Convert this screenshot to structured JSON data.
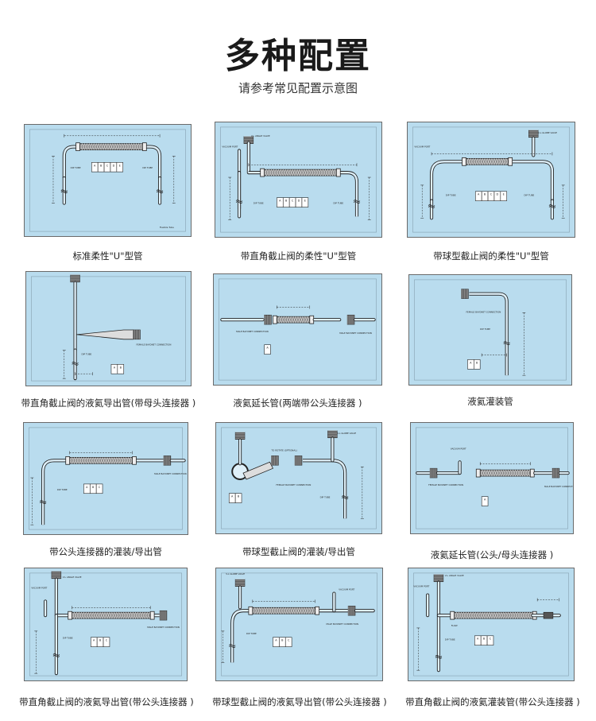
{
  "header": {
    "title": "多种配置",
    "subtitle": "请参考常见配置示意图"
  },
  "colors": {
    "panel_bg": "#b9dcee",
    "line": "#222222",
    "mesh": "#555555"
  },
  "diagrams": [
    {
      "caption": "标准柔性\"U\"型管",
      "kind": "u-standard",
      "labels": {
        "dip1": "DIP TUBE",
        "dip2": "DIP TUBE",
        "boxes": [
          "A",
          "B",
          "C",
          "D",
          "E"
        ],
        "footer": "Flexible Tube"
      }
    },
    {
      "caption": "带直角截止阀的柔性\"U\"型管",
      "kind": "u-angle-valve",
      "labels": {
        "valve": "V-L ANGLE VALVE",
        "port": "VACUUM PORT",
        "dip1": "DIP TUBE",
        "dip2": "DIP TUBE",
        "boxes": [
          "A",
          "B",
          "C",
          "D",
          "E"
        ]
      }
    },
    {
      "caption": "带球型截止阀的柔性\"U\"型管",
      "kind": "u-globe-valve",
      "labels": {
        "valve": "V-L GLOBE VALVE",
        "port": "VACUUM PORT",
        "dip1": "DIP TUBE",
        "dip2": "DIP TUBE",
        "boxes": [
          "A",
          "B",
          "C",
          "D",
          "E"
        ]
      }
    },
    {
      "caption": "带直角截止阀的液氦导出管(带母头连接器 )",
      "kind": "withdrawal-female",
      "labels": {
        "conn": "FEMALE BAYONET CONNECTION",
        "dip1": "DIP TUBE",
        "boxes": [
          "A",
          "B"
        ]
      }
    },
    {
      "caption": "液氦延长管(两端带公头连接器 )",
      "kind": "extension-male",
      "labels": {
        "conn1": "MALE BAYONET CONNECTION",
        "conn2": "MALE BAYONET CONNECTION",
        "boxes": [
          "A"
        ]
      }
    },
    {
      "caption": "液氦灌装管",
      "kind": "fill",
      "labels": {
        "conn": "FEMALE BAYONET CONNECTION",
        "dip1": "DIP TUBE",
        "boxes": [
          "A",
          "B"
        ]
      }
    },
    {
      "caption": "带公头连接器的灌装/导出管",
      "kind": "transfer-male",
      "labels": {
        "conn": "MALE BAYONET CONNECTION",
        "dip1": "DIP TUBE",
        "boxes": [
          "A",
          "B",
          "C"
        ]
      }
    },
    {
      "caption": "带球型截止阀的灌装/导出管",
      "kind": "transfer-globe",
      "labels": {
        "valve": "V-L GLOBE VALVE",
        "conn": "FEMALE BAYONET CONNECTION",
        "rot": "TO ROTATE (OPTIONAL)",
        "dip1": "DIP TUBE",
        "boxes": [
          "A",
          "B"
        ]
      }
    },
    {
      "caption": "液氦延长管(公头/母头连接器 )",
      "kind": "extension-mixed",
      "labels": {
        "port": "VACUUM PORT",
        "conn1": "FEMALE BAYONET CONNECTION",
        "conn2": "MALE BAYONET CONNECTION",
        "boxes": [
          "A"
        ]
      }
    },
    {
      "caption": "带直角截止阀的液氦导出管(带公头连接器 )",
      "kind": "withdrawal-angle-male",
      "labels": {
        "valve": "V-L ANGLE VALVE",
        "port": "VACUUM PORT",
        "conn": "MALE BAYONET CONNECTION",
        "dip1": "DIP TUBE",
        "boxes": [
          "A",
          "B",
          "C"
        ]
      }
    },
    {
      "caption": "带球型截止阀的液氦导出管(带公头连接器 )",
      "kind": "withdrawal-globe-male",
      "labels": {
        "valve": "V-L GLOBE VALVE",
        "port": "VACUUM PORT",
        "conn": "MALE BAYONET CONNECTION",
        "dip1": "DIP TUBE",
        "boxes": [
          "A",
          "B",
          "C"
        ]
      }
    },
    {
      "caption": "带直角截止阀的液氦灌装管(带公头连接器 )",
      "kind": "fill-angle-male",
      "labels": {
        "valve": "V-L ANGLE VALVE",
        "port": "VACUUM PORT",
        "flow": "FLOW",
        "dip1": "DIP TUBE",
        "boxes": [
          "A",
          "B",
          "C"
        ]
      }
    }
  ]
}
